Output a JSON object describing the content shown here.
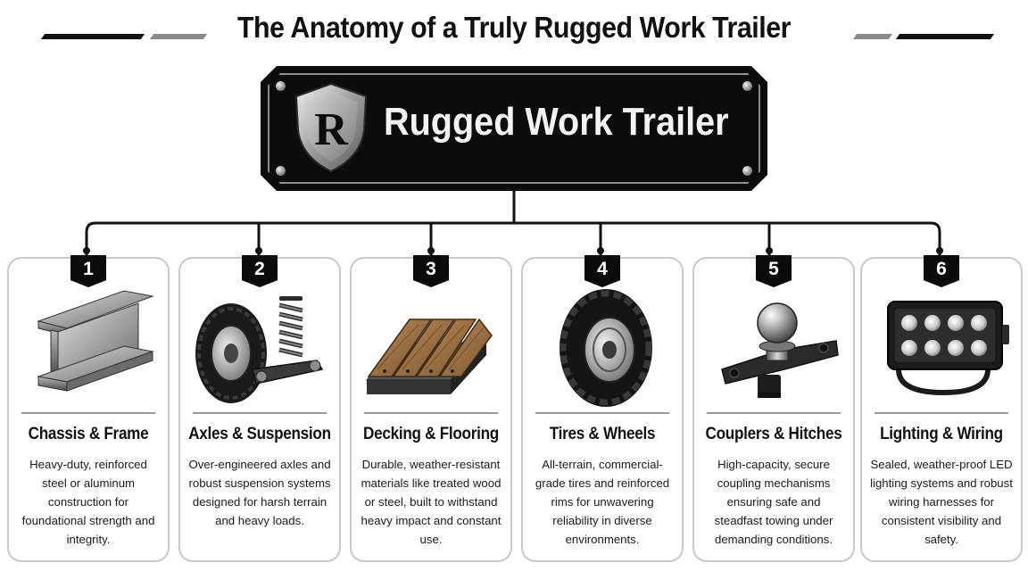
{
  "header": {
    "title": "The Anatomy of a Truly Rugged Work Trailer"
  },
  "plate": {
    "title": "Rugged Work Trailer",
    "logo_letter": "R",
    "logo_icon": "shield-icon"
  },
  "components": [
    {
      "number": "1",
      "title": "Chassis & Frame",
      "description": "Heavy-duty, reinforced steel or aluminum construction for foundational strength and integrity.",
      "icon": "steel-i-beam-icon"
    },
    {
      "number": "2",
      "title": "Axles & Suspension",
      "description": "Over-engineered axles and robust suspension systems designed for harsh terrain and heavy loads.",
      "icon": "wheel-and-coil-spring-icon"
    },
    {
      "number": "3",
      "title": "Decking & Flooring",
      "description": "Durable, weather-resistant materials like treated wood or steel, built to withstand heavy impact and constant use.",
      "icon": "wood-deck-planks-icon"
    },
    {
      "number": "4",
      "title": "Tires & Wheels",
      "description": "All-terrain, commercial-grade tires and reinforced rims for unwavering reliability in diverse environments.",
      "icon": "off-road-tire-icon"
    },
    {
      "number": "5",
      "title": "Couplers & Hitches",
      "description": "High-capacity, secure coupling mechanisms ensuring safe and steadfast towing under demanding conditions.",
      "icon": "tow-ball-hitch-icon"
    },
    {
      "number": "6",
      "title": "Lighting & Wiring",
      "description": "Sealed, weather-proof LED lighting systems and robust wiring harnesses for consistent visibility and safety.",
      "icon": "led-light-bar-icon"
    }
  ],
  "colors": {
    "plate": "#0c0c0c",
    "text": "#111111",
    "card_border": "#c9c9c9",
    "accent_grey": "#8a8a8a"
  }
}
